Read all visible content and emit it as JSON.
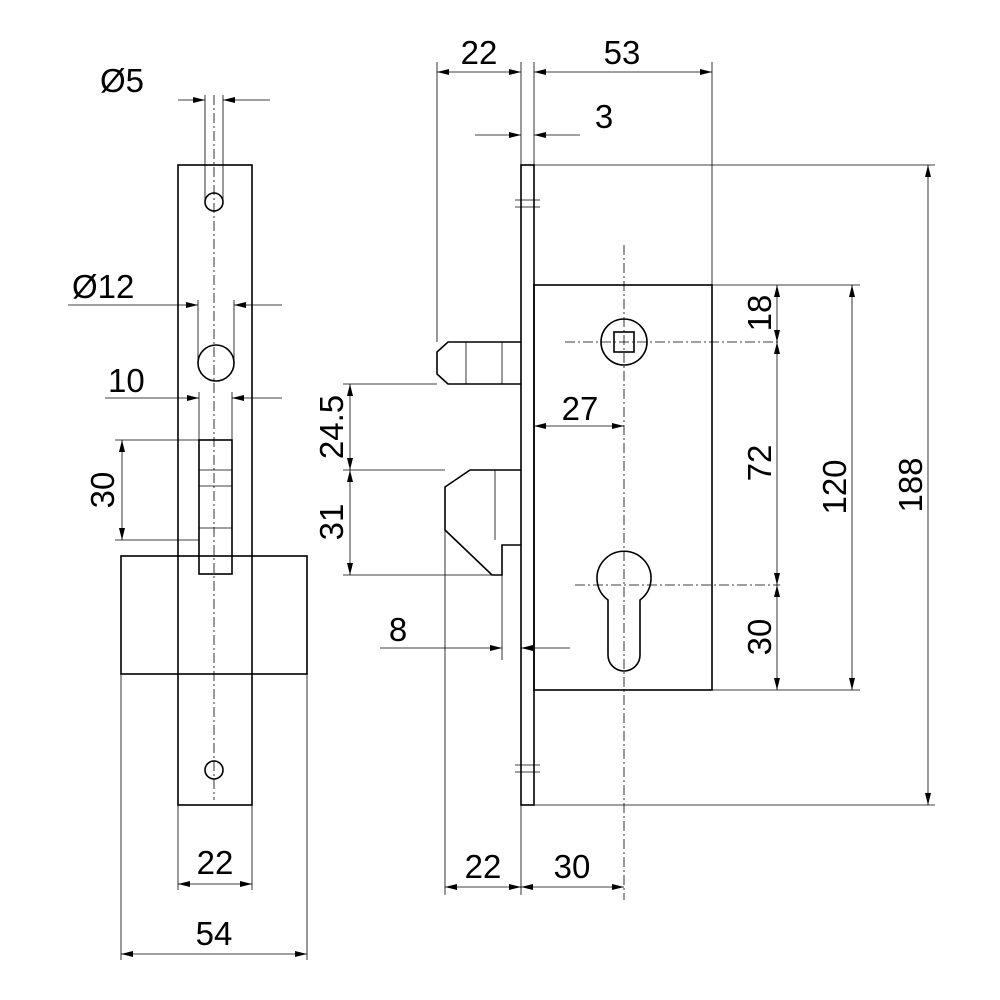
{
  "drawing": {
    "front_view": {
      "hole_diameter": "Ø5",
      "cylinder_hole_diameter": "Ø12",
      "slot_width": "10",
      "slot_height": "30",
      "faceplate_width": "22",
      "body_width": "54"
    },
    "side_view": {
      "faceplate_offset": "22",
      "case_depth": "53",
      "faceplate_thickness": "3",
      "spindle_offset": "18",
      "backset": "27",
      "spindle_to_cylinder": "72",
      "case_height": "120",
      "faceplate_height": "188",
      "latch_height": "24.5",
      "hook_height": "31",
      "hook_projection": "8",
      "cylinder_drop": "30",
      "bottom_offset": "22",
      "cylinder_backset": "30"
    }
  }
}
